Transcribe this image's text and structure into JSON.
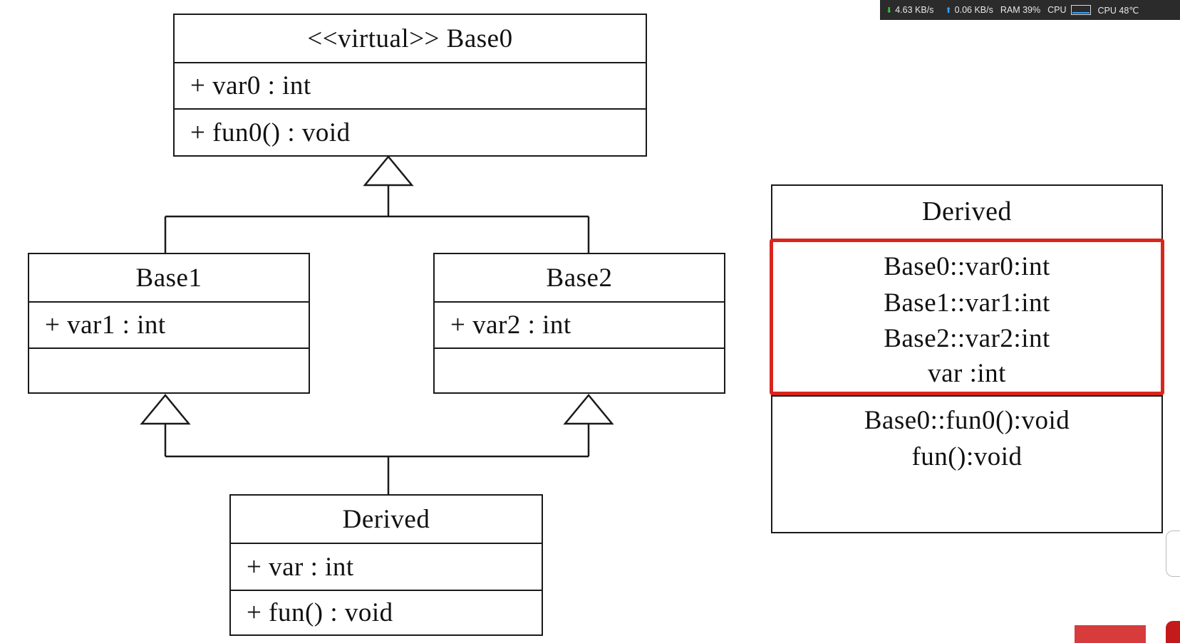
{
  "status_bar": {
    "download": "4.63 KB/s",
    "upload": "0.06 KB/s",
    "ram": "RAM 39%",
    "cpu_label": "CPU",
    "cpu_temp": "CPU 48℃"
  },
  "uml": {
    "base0": {
      "name": "<<virtual>> Base0",
      "attribute": "+ var0 : int",
      "method": "+ fun0() : void"
    },
    "base1": {
      "name": "Base1",
      "attribute": "+ var1 : int",
      "method": ""
    },
    "base2": {
      "name": "Base2",
      "attribute": "+ var2 : int",
      "method": ""
    },
    "derived": {
      "name": "Derived",
      "attribute": "+ var : int",
      "method": "+ fun() : void"
    }
  },
  "flattened": {
    "title": "Derived",
    "members": [
      "Base0::var0:int",
      "Base1::var1:int",
      "Base2::var2:int",
      "var :int"
    ],
    "methods": [
      "Base0::fun0():void",
      "fun():void"
    ],
    "highlight_color": "#d9261c"
  }
}
